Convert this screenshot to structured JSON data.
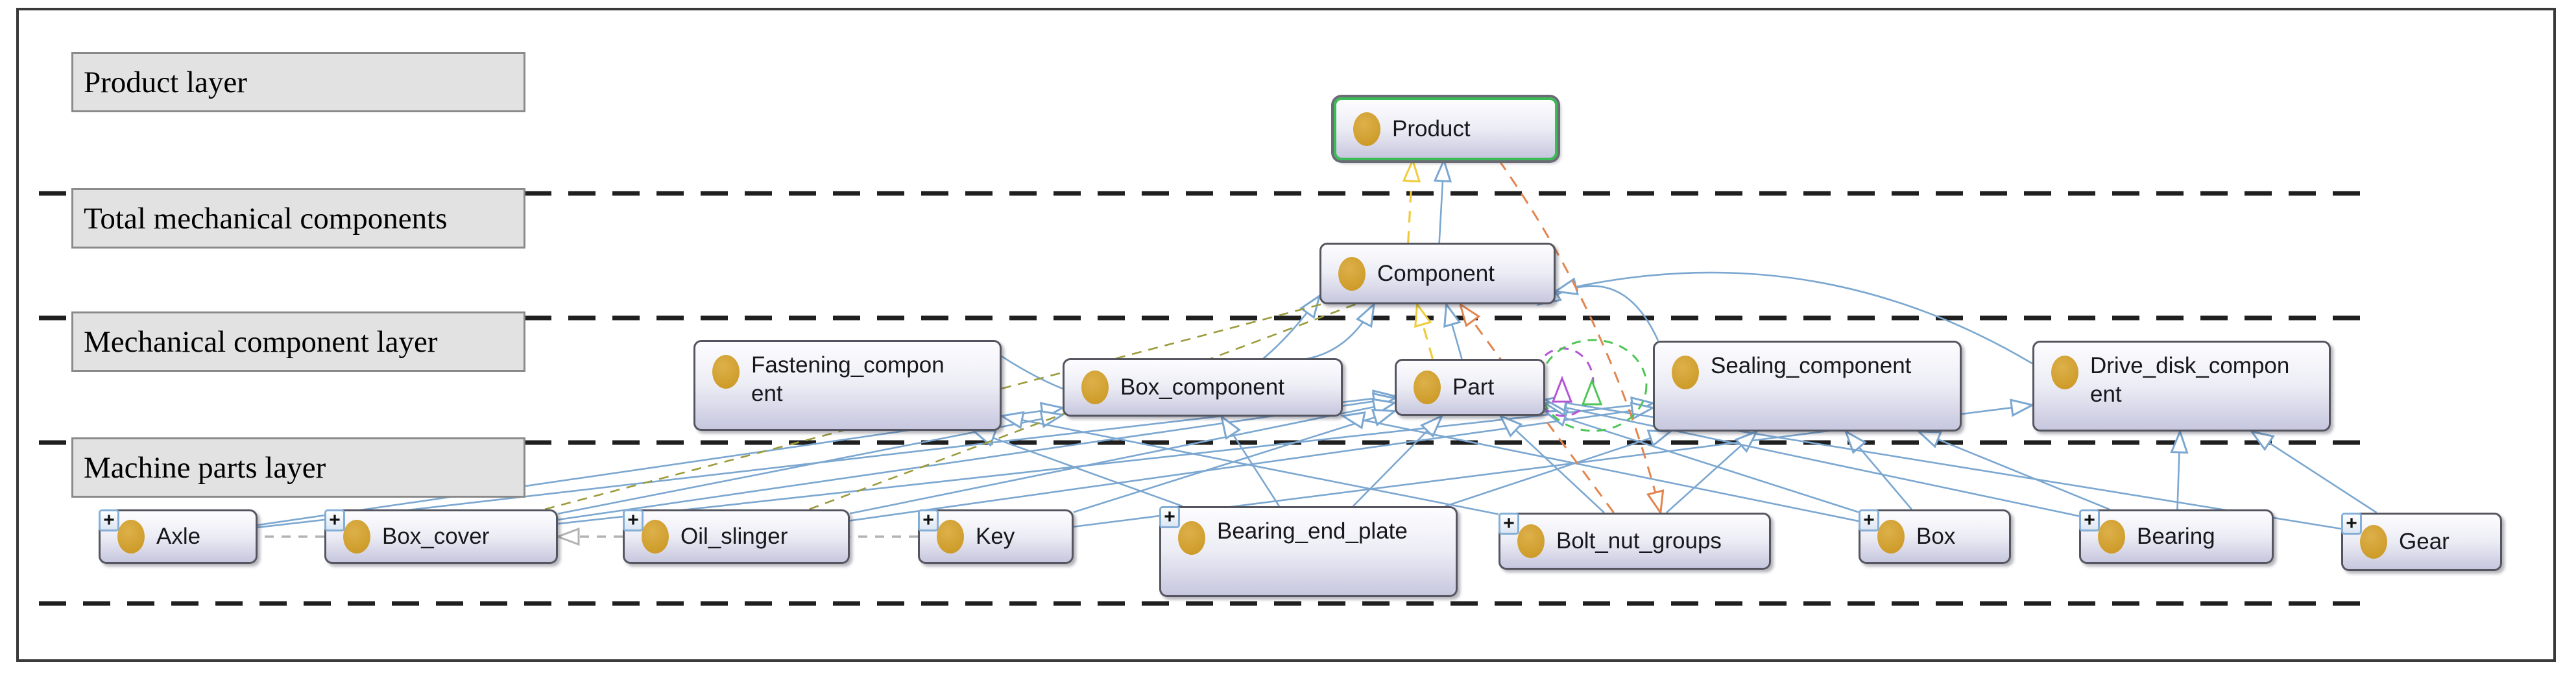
{
  "diagram": {
    "layers": [
      {
        "label": "Product layer"
      },
      {
        "label": "Total mechanical components"
      },
      {
        "label": "Mechanical component layer"
      },
      {
        "label": "Machine parts layer"
      }
    ],
    "expander_glyph": "+",
    "nodes": [
      {
        "id": "product",
        "label": "Product",
        "selected": true,
        "expandable": false
      },
      {
        "id": "component",
        "label": "Component",
        "selected": false,
        "expandable": false
      },
      {
        "id": "fastening",
        "label": "Fastening_component",
        "selected": false,
        "expandable": false
      },
      {
        "id": "box_component",
        "label": "Box_component",
        "selected": false,
        "expandable": false
      },
      {
        "id": "part",
        "label": "Part",
        "selected": false,
        "expandable": false
      },
      {
        "id": "sealing",
        "label": "Sealing_component",
        "selected": false,
        "expandable": false
      },
      {
        "id": "drive_disk",
        "label": "Drive_disk_component",
        "selected": false,
        "expandable": false
      },
      {
        "id": "axle",
        "label": "Axle",
        "selected": false,
        "expandable": true
      },
      {
        "id": "box_cover",
        "label": "Box_cover",
        "selected": false,
        "expandable": true
      },
      {
        "id": "oil_slinger",
        "label": "Oil_slinger",
        "selected": false,
        "expandable": true
      },
      {
        "id": "key",
        "label": "Key",
        "selected": false,
        "expandable": true
      },
      {
        "id": "bearing_end_plate",
        "label": "Bearing_end_plate",
        "selected": false,
        "expandable": true
      },
      {
        "id": "bolt_nut_groups",
        "label": "Bolt_nut_groups",
        "selected": false,
        "expandable": true
      },
      {
        "id": "box",
        "label": "Box",
        "selected": false,
        "expandable": true
      },
      {
        "id": "bearing",
        "label": "Bearing",
        "selected": false,
        "expandable": true
      },
      {
        "id": "gear",
        "label": "Gear",
        "selected": false,
        "expandable": true
      }
    ],
    "edges": [
      {
        "from": "component",
        "to": "product",
        "type": "subclass"
      },
      {
        "from": "fastening",
        "to": "component",
        "type": "subclass"
      },
      {
        "from": "box_component",
        "to": "component",
        "type": "subclass"
      },
      {
        "from": "part",
        "to": "component",
        "type": "subclass"
      },
      {
        "from": "sealing",
        "to": "component",
        "type": "subclass"
      },
      {
        "from": "drive_disk",
        "to": "component",
        "type": "subclass"
      },
      {
        "from": "axle",
        "to": "part",
        "type": "subclass"
      },
      {
        "from": "axle",
        "to": "box_component",
        "type": "subclass"
      },
      {
        "from": "box_cover",
        "to": "box_component",
        "type": "subclass"
      },
      {
        "from": "box_cover",
        "to": "part",
        "type": "subclass"
      },
      {
        "from": "box_cover",
        "to": "sealing",
        "type": "subclass"
      },
      {
        "from": "oil_slinger",
        "to": "part",
        "type": "subclass"
      },
      {
        "from": "oil_slinger",
        "to": "sealing",
        "type": "subclass"
      },
      {
        "from": "key",
        "to": "part",
        "type": "subclass"
      },
      {
        "from": "key",
        "to": "drive_disk",
        "type": "subclass"
      },
      {
        "from": "bearing_end_plate",
        "to": "fastening",
        "type": "subclass"
      },
      {
        "from": "bearing_end_plate",
        "to": "box_component",
        "type": "subclass"
      },
      {
        "from": "bearing_end_plate",
        "to": "part",
        "type": "subclass"
      },
      {
        "from": "bearing_end_plate",
        "to": "sealing",
        "type": "subclass"
      },
      {
        "from": "bolt_nut_groups",
        "to": "fastening",
        "type": "subclass"
      },
      {
        "from": "bolt_nut_groups",
        "to": "part",
        "type": "subclass"
      },
      {
        "from": "bolt_nut_groups",
        "to": "sealing",
        "type": "subclass"
      },
      {
        "from": "box",
        "to": "box_component",
        "type": "subclass"
      },
      {
        "from": "box",
        "to": "part",
        "type": "subclass"
      },
      {
        "from": "box",
        "to": "sealing",
        "type": "subclass"
      },
      {
        "from": "bearing",
        "to": "part",
        "type": "subclass"
      },
      {
        "from": "bearing",
        "to": "sealing",
        "type": "subclass"
      },
      {
        "from": "bearing",
        "to": "drive_disk",
        "type": "subclass"
      },
      {
        "from": "gear",
        "to": "part",
        "type": "subclass"
      },
      {
        "from": "gear",
        "to": "drive_disk",
        "type": "subclass"
      },
      {
        "from": "component",
        "to": "product",
        "type": "yellow"
      },
      {
        "from": "part",
        "to": "component",
        "type": "yellow"
      },
      {
        "from": "bolt_nut_groups",
        "to": "component",
        "type": "orange"
      },
      {
        "from": "product",
        "to": "bolt_nut_groups",
        "type": "orange"
      },
      {
        "from": "component",
        "to": "box_cover",
        "type": "olive"
      },
      {
        "from": "component",
        "to": "oil_slinger",
        "type": "olive"
      },
      {
        "from": "oil_slinger",
        "to": "box_cover",
        "type": "sibling_arrow"
      },
      {
        "from": "box_cover",
        "to": "axle",
        "type": "sibling"
      },
      {
        "from": "key",
        "to": "oil_slinger",
        "type": "sibling"
      },
      {
        "from": "part",
        "to": "part",
        "type": "self_purple"
      },
      {
        "from": "part",
        "to": "part",
        "type": "self_green"
      }
    ],
    "colors": {
      "subclass": "#7ba7d0",
      "sibling": "#b3b3b3",
      "yellow": "#f0cc3a",
      "orange": "#e2854f",
      "olive": "#9b9b3d",
      "purple": "#b455d6",
      "green": "#4ec556",
      "separator": "#1f1f1f",
      "node_border": "#54555f",
      "selected_border": "#3dbb57",
      "class_icon": "#cf9b26",
      "label_bg": "#e2e2e2",
      "label_border": "#8a8a8a"
    }
  }
}
